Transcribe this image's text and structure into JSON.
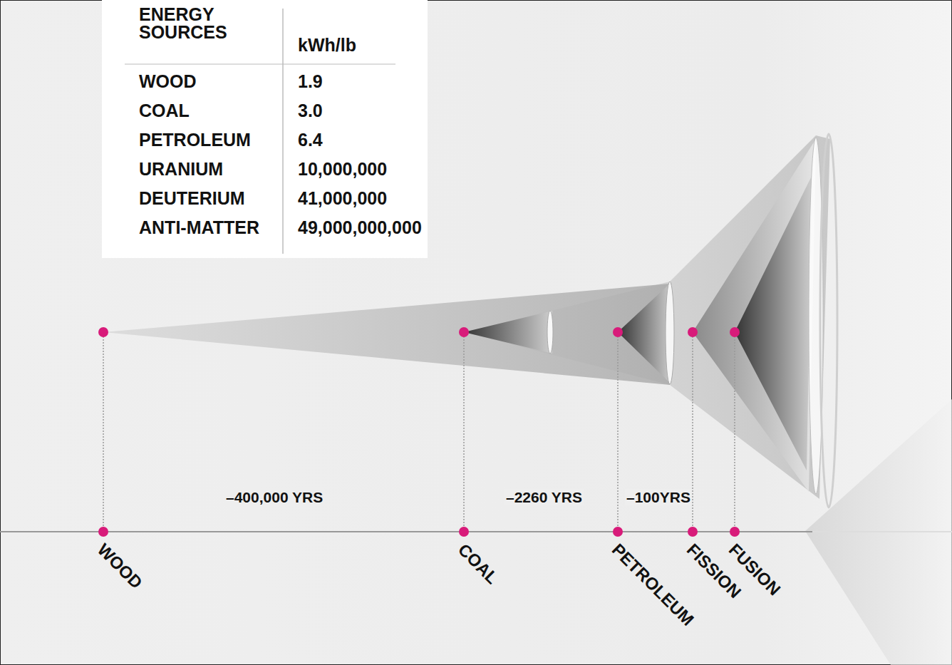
{
  "diagram": {
    "labels": [
      "ENERGY SOURCES",
      "kWh/lb",
      "WOOD",
      "1.9",
      "COAL",
      "3.0",
      "PETROLEUM",
      "6.4",
      "URANIUM",
      "10,000,000",
      "DEUTERIUM",
      "41,000,000",
      "ANTI-MATTER",
      "49,000,000,000",
      "–400,000 YRS",
      "–2260 YRS",
      "–100YRS",
      "WOOD",
      "COAL",
      "PETROLEUM",
      "FISSION",
      "FUSION"
    ]
  }
}
